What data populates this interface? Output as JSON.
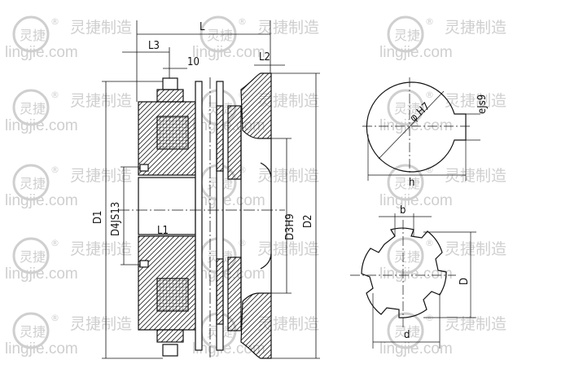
{
  "labels": {
    "L": "L",
    "L3": "L3",
    "ten": "10",
    "L2": "L2",
    "D1": "D1",
    "D4": "D4JS13",
    "L1": "L1",
    "D3": "D3H9",
    "D2": "D2",
    "phiH7": "φ H7",
    "eJs9": "eJs9",
    "h": "h",
    "b": "b",
    "D": "D",
    "d": "d"
  },
  "watermark": {
    "text": "灵捷制造",
    "url": "lingjie.com",
    "logo_char": "灵捷",
    "registered": "®"
  },
  "colors": {
    "line": "#111111",
    "watermark": "#cfcfcf"
  }
}
